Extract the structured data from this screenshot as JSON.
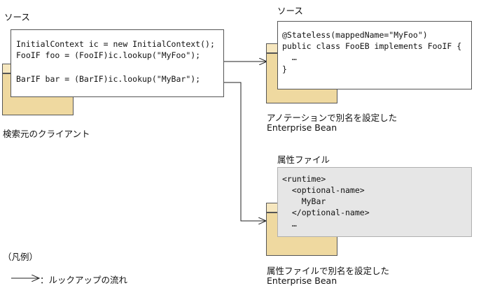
{
  "left": {
    "source_label": "ソース",
    "code": [
      "InitialContext ic = new InitialContext();",
      "FooIF foo = (FooIF)ic.lookup(\"MyFoo\");",
      "",
      "BarIF bar = (BarIF)ic.lookup(\"MyBar\");"
    ],
    "client_label": "検索元のクライアント"
  },
  "right_top": {
    "source_label": "ソース",
    "code": [
      "@Stateless(mappedName=\"MyFoo\")",
      "public class FooEB implements FooIF {",
      "  …",
      "}"
    ],
    "caption_line1": "アノテーションで別名を設定した",
    "caption_line2": "Enterprise Bean"
  },
  "right_bottom": {
    "file_label": "属性ファイル",
    "code": [
      "<runtime>",
      "  <optional-name>",
      "    MyBar",
      "  </optional-name>",
      "  …"
    ],
    "caption_line1": "属性ファイルで別名を設定した",
    "caption_line2": "Enterprise Bean"
  },
  "legend": {
    "title": "（凡例）",
    "arrow_label": "：ルックアップの流れ"
  },
  "colors": {
    "cube_face": "#efd9a0",
    "gray_box": "#e6e6e6"
  }
}
